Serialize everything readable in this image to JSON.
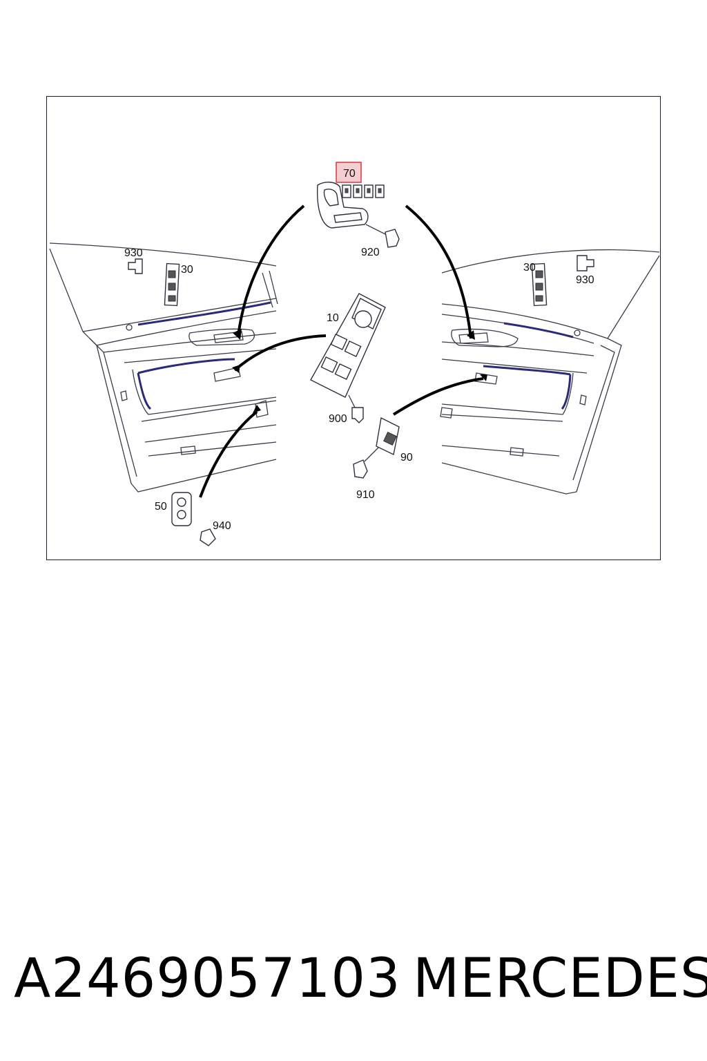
{
  "diagram": {
    "highlight_color": "#d9363e",
    "highlight_fill": "#f6cdd0",
    "accent_color": "#2b2a7a",
    "callouts": {
      "c70": "70",
      "c920": "920",
      "c930_left": "930",
      "c30_left": "30",
      "c30_right": "30",
      "c930_right": "930",
      "c10": "10",
      "c900": "900",
      "c90": "90",
      "c910": "910",
      "c50": "50",
      "c940": "940"
    },
    "highlighted_callout": "70"
  },
  "footer": {
    "part_number": "A2469057103",
    "brand": "MERCEDES"
  }
}
